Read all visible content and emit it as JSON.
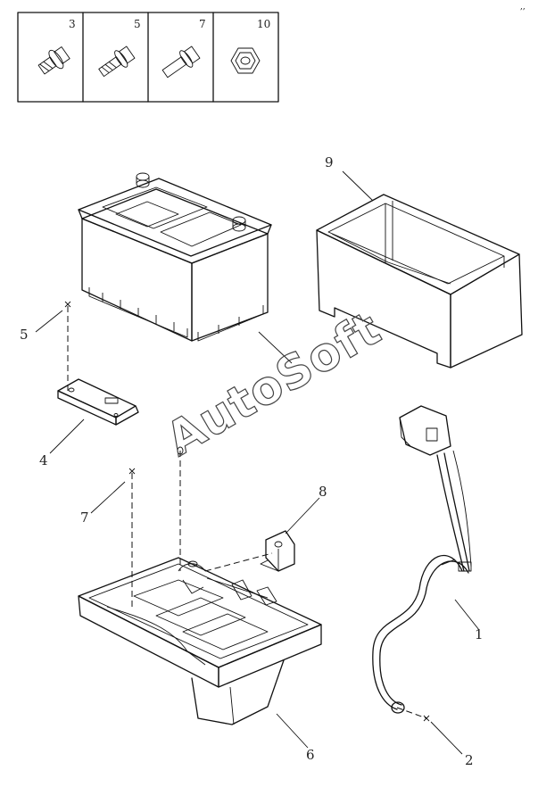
{
  "legend": {
    "cells": [
      {
        "number": "3",
        "icon": "bolt-with-washer-icon"
      },
      {
        "number": "5",
        "icon": "threaded-bolt-icon"
      },
      {
        "number": "7",
        "icon": "long-bolt-icon"
      },
      {
        "number": "10",
        "icon": "hex-nut-icon"
      }
    ]
  },
  "callouts": {
    "c1": "1",
    "c2": "2",
    "c4": "4",
    "c5": "5",
    "c6": "6",
    "c7": "7",
    "c8": "8",
    "c9": "9"
  },
  "watermark": "AutoSoft"
}
